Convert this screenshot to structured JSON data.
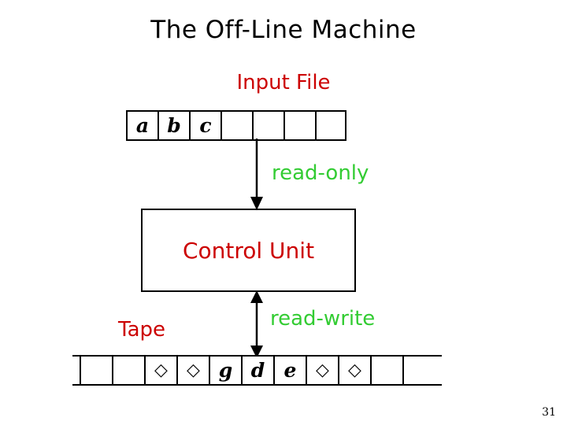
{
  "slide": {
    "title": "The Off-Line Machine",
    "page_number": "31",
    "colors": {
      "title": "#000000",
      "red_label": "#CC0000",
      "green_label": "#33CC33",
      "line": "#000000",
      "background": "#FFFFFF"
    }
  },
  "input_section": {
    "label": "Input File",
    "annotation": "read-only",
    "tape": {
      "cells": [
        "a",
        "b",
        "c",
        "",
        "",
        "",
        ""
      ],
      "cell_count": 7
    },
    "arrow": {
      "name": "read-only-arrow",
      "direction": "down",
      "heads": 1
    }
  },
  "control_unit": {
    "label": "Control Unit"
  },
  "tape_section": {
    "label": "Tape",
    "annotation": "read-write",
    "tape": {
      "cells": [
        "",
        "",
        "◇",
        "◇",
        "g",
        "d",
        "e",
        "◇",
        "◇",
        "",
        ""
      ],
      "cell_count": 11
    },
    "arrow": {
      "name": "read-write-arrow",
      "direction": "both",
      "heads": 2
    }
  }
}
